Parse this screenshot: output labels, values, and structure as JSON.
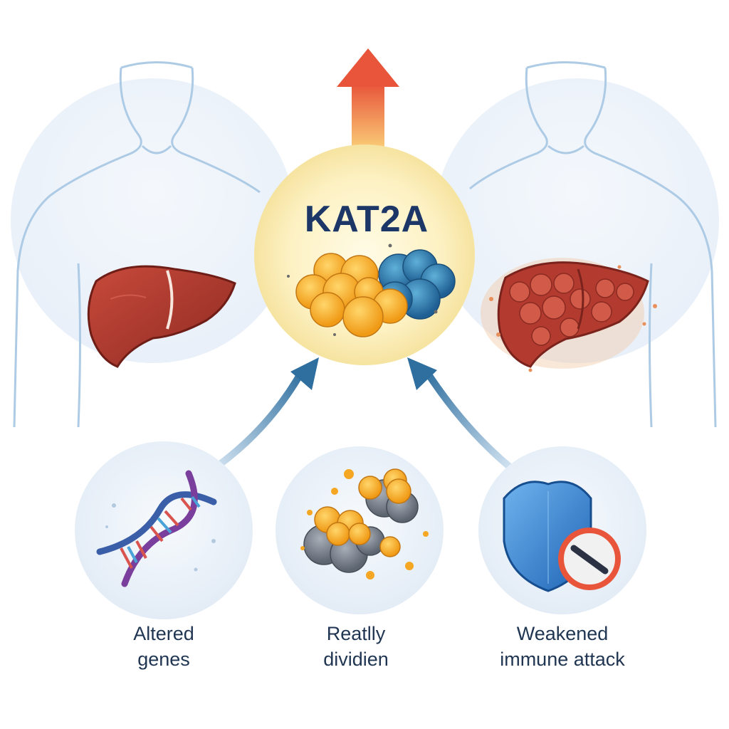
{
  "center": {
    "title": "KAT2A"
  },
  "factors": [
    {
      "line1": "Altered",
      "line2": "genes",
      "icon": "dna-icon"
    },
    {
      "line1": "Reatlly",
      "line2": "dividien",
      "icon": "cell-cluster-icon"
    },
    {
      "line1": "Weakened",
      "line2": "immune attack",
      "icon": "shield-blocked-icon"
    }
  ],
  "colors": {
    "title": "#1c3767",
    "label": "#1f3552",
    "healthy_liver": "#b33a2e",
    "diseased_liver": "#b8392f",
    "up_arrow_top": "#e8553a",
    "up_arrow_bottom": "#f7c35a",
    "blue_arrow": "#2f6f9f",
    "protein_orange": "#f5a623",
    "protein_blue": "#2a7bb0",
    "shield": "#3b8fd9",
    "no_sign": "#e8553a"
  }
}
